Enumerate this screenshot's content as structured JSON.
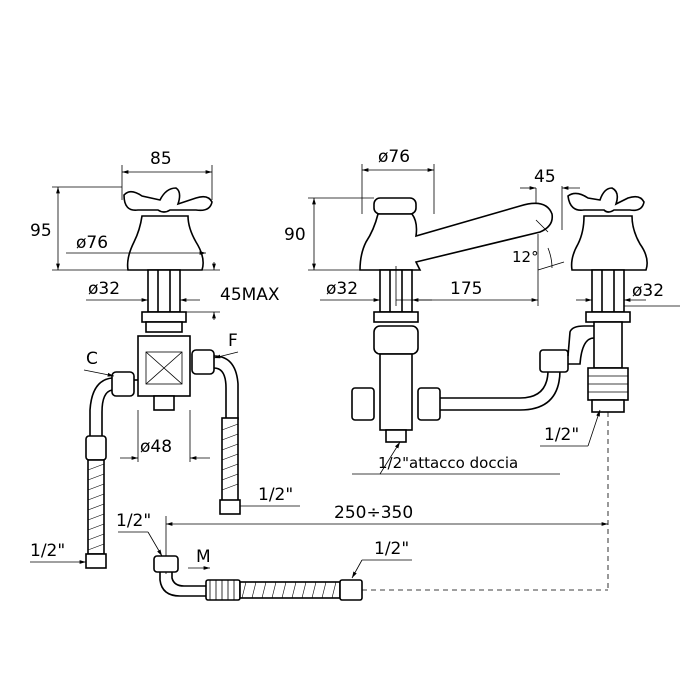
{
  "dims": {
    "left_width": "85",
    "left_height": "95",
    "left_body_dia": "ø76",
    "left_shank_dia": "ø32",
    "left_max_thickness": "45MAX",
    "left_valve_dia": "ø48",
    "label_c": "C",
    "label_f": "F",
    "left_hose_outer": "1/2\"",
    "left_hose_inner": "1/2\"",
    "spout_body_dia": "ø76",
    "spout_height": "90",
    "spout_shank_dia": "ø32",
    "spout_reach": "175",
    "spout_angle": "12°",
    "right_offset": "45",
    "right_shank_dia": "ø32",
    "right_thread": "1/2\"",
    "shower_connection": "1/2\"attacco doccia",
    "spacing": "250÷350",
    "bottom_left_thread": "1/2\"",
    "label_m": "M",
    "bottom_right_thread": "1/2\""
  }
}
